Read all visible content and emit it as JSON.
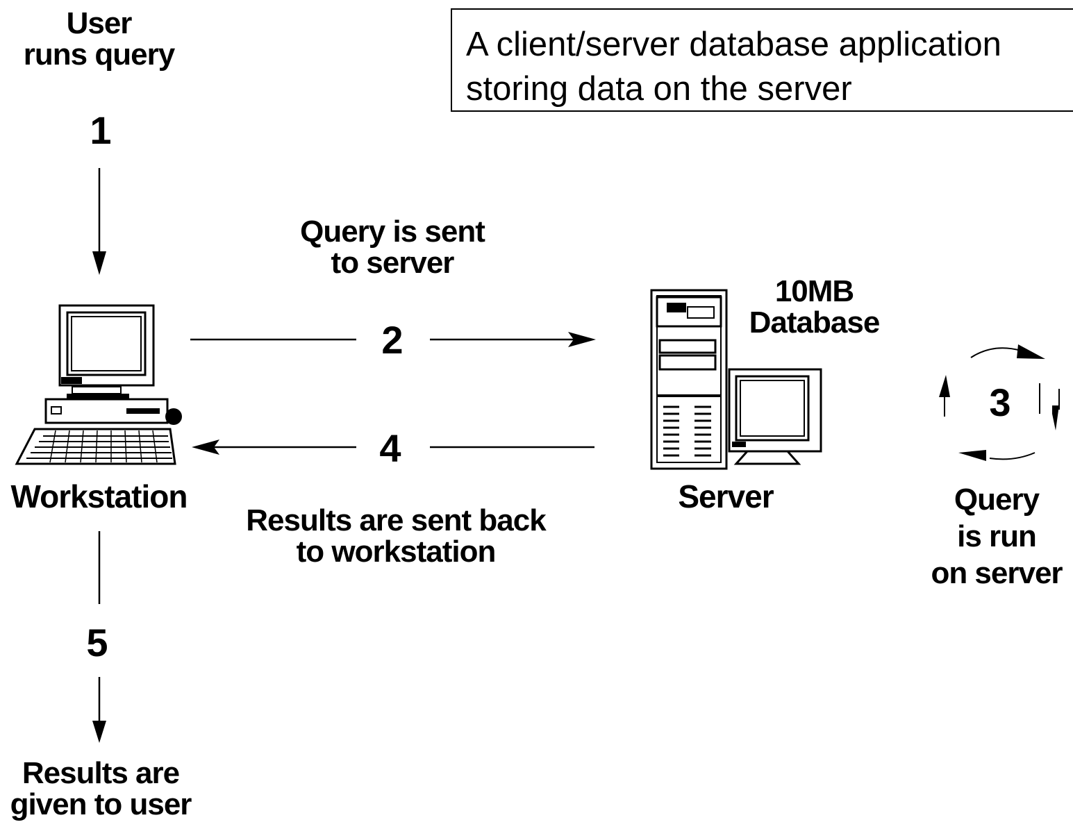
{
  "title": {
    "line1": "A client/server database application",
    "line2": "storing data on the server"
  },
  "steps": {
    "s1": "1",
    "s2": "2",
    "s3": "3",
    "s4": "4",
    "s5": "5"
  },
  "labels": {
    "user_runs_query_1": "User",
    "user_runs_query_2": "runs query",
    "query_sent_1": "Query is sent",
    "query_sent_2": "to server",
    "results_sent_1": "Results are sent back",
    "results_sent_2": "to workstation",
    "workstation": "Workstation",
    "server": "Server",
    "database_1": "10MB",
    "database_2": "Database",
    "query_run_1": "Query",
    "query_run_2": "is run",
    "query_run_3": "on server",
    "results_given_1": "Results are",
    "results_given_2": "given to user"
  },
  "icons": {
    "workstation": "desktop-computer-icon",
    "server": "tower-server-icon"
  }
}
